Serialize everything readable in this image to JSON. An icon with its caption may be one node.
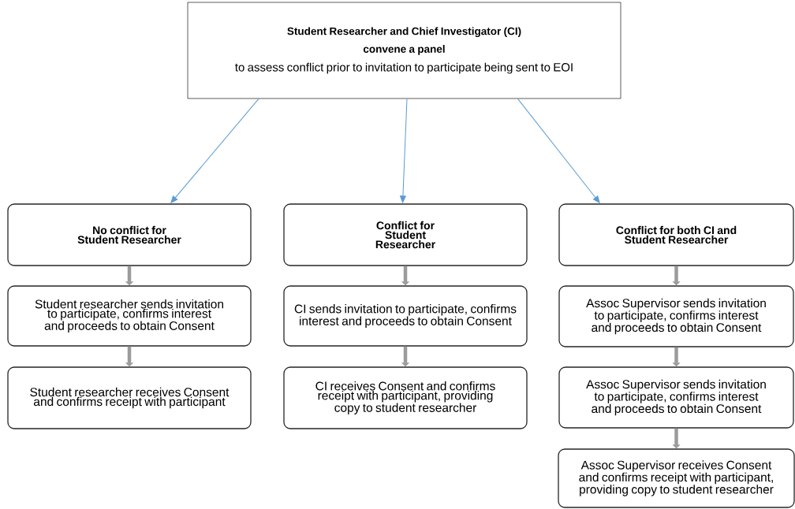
{
  "diagram": {
    "nodes": [
      {
        "text": [
          "Student Researcher and Chief Investigator (CI)",
          "convene a panel",
          "to assess conflict prior to invitation to participate being sent to EOI"
        ]
      },
      {
        "text": [
          "No conflict for Student Researcher"
        ]
      },
      {
        "text": [
          "Student researcher sends invitation to participate, confirms interest and proceeds to obtain Consent"
        ]
      },
      {
        "text": [
          "Student researcher receives Consent and confirms receipt with participant"
        ]
      },
      {
        "text": [
          "Conflict for Student Researcher"
        ]
      },
      {
        "text": [
          "CI sends invitation to participate, confirms interest and proceeds to obtain Consent"
        ]
      },
      {
        "text": [
          "CI receives Consent and confirms receipt with participant, providing copy to student researcher"
        ]
      },
      {
        "text": [
          "Conflict for both CI and Student Researcher"
        ]
      },
      {
        "text": [
          "Assoc Supervisor sends invitation to participate, confirms interest and proceeds to obtain Consent"
        ]
      },
      {
        "text": [
          "Assoc Supervisor sends invitation to participate, confirms interest and proceeds to obtain Consent"
        ]
      },
      {
        "text": [
          "Assoc Supervisor receives Consent and confirms receipt with participant, providing copy to student researcher"
        ]
      }
    ],
    "edges": [
      {
        "from": 0,
        "to": 1,
        "arrow": "to",
        "color": "#5b9bd5"
      },
      {
        "from": 0,
        "to": 4,
        "arrow": "to",
        "color": "#5b9bd5"
      },
      {
        "from": 0,
        "to": 7,
        "arrow": "to",
        "color": "#5b9bd5"
      },
      {
        "from": 1,
        "to": 2,
        "arrow": "to"
      },
      {
        "from": 2,
        "to": 3,
        "arrow": "to"
      },
      {
        "from": 4,
        "to": 5,
        "arrow": "to"
      },
      {
        "from": 5,
        "to": 6,
        "arrow": "to"
      },
      {
        "from": 7,
        "to": 8,
        "arrow": "to"
      },
      {
        "from": 8,
        "to": 9,
        "arrow": "to"
      },
      {
        "from": 9,
        "to": 10,
        "arrow": "to"
      }
    ]
  }
}
